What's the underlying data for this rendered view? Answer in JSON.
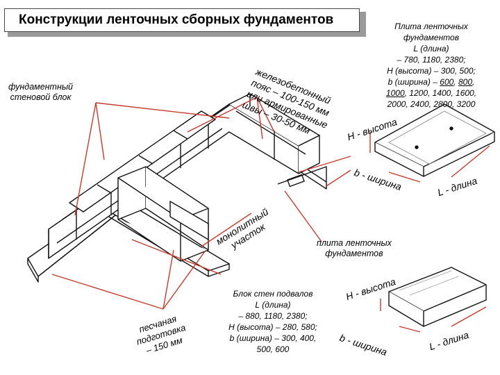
{
  "title": "Конструкции ленточных сборных фундаментов",
  "labels": {
    "wall_block": [
      "фундаментный",
      "стеновой блок"
    ],
    "belt": [
      "железобетонный",
      "пояс – 100-150 мм",
      "или армированные",
      "швы – 30-50 мм"
    ],
    "monolithic": [
      "монолитный",
      "участок"
    ],
    "sand": [
      "песчаная",
      "подготовка",
      "– 150 мм"
    ],
    "slab_caption": [
      "плита ленточных",
      "фундаментов"
    ]
  },
  "slab_spec": {
    "title": [
      "Плита ленточных",
      "фундаментов"
    ],
    "lines": [
      "L  (длина)",
      "– 780, 1180, 2380;",
      "H (высота) – 300, 500;"
    ],
    "width_prefix": "b (ширина) – ",
    "width_600": "600",
    "width_sep": ", ",
    "width_800": "800",
    "width_comma": ",",
    "width_1000": "1000",
    "width_rest": ", 1200, 1400, 1600,",
    "last_line": "2000, 2400, 2800, 3200"
  },
  "block_spec": {
    "lines": [
      "Блок стен подвалов",
      "L  (длина)",
      "– 880, 1180, 2380;",
      "H (высота) – 280, 580;",
      "b (ширина) – 300, 400,",
      "500, 600"
    ]
  },
  "dims": {
    "height": "Н - высота",
    "width": "b - ширина",
    "length": "L - длина"
  }
}
